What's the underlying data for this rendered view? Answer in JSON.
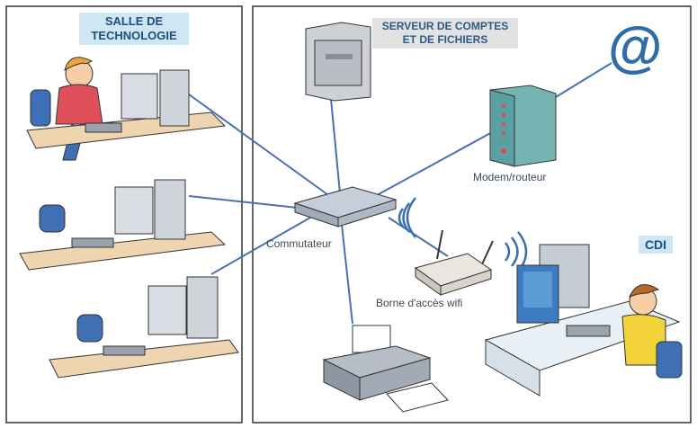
{
  "areas": {
    "technology_room": {
      "line1": "SALLE DE",
      "line2": "TECHNOLOGIE"
    },
    "server": {
      "line1": "SERVEUR DE COMPTES",
      "line2": "ET DE FICHIERS"
    },
    "cdi": "CDI"
  },
  "devices": {
    "switch": "Commutateur",
    "modem": "Modem/routeur",
    "wifi": "Borne d'accès wifi",
    "internet_symbol": "@"
  },
  "colors": {
    "link": "#4a6fb5",
    "border": "#333333",
    "tag_blue": "#cfe6f4",
    "tag_grey": "#e2e2e2"
  }
}
